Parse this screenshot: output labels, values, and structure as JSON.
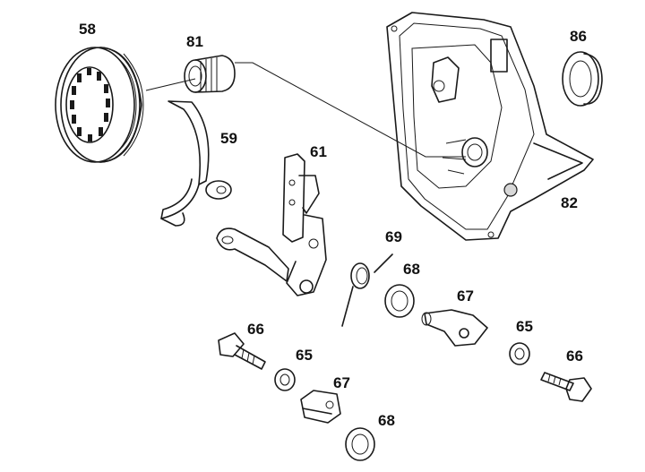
{
  "callouts": [
    {
      "id": "58",
      "text": "58"
    },
    {
      "id": "81",
      "text": "81"
    },
    {
      "id": "86",
      "text": "86"
    },
    {
      "id": "59",
      "text": "59"
    },
    {
      "id": "61",
      "text": "61"
    },
    {
      "id": "82",
      "text": "82"
    },
    {
      "id": "69",
      "text": "69"
    },
    {
      "id": "68a",
      "text": "68"
    },
    {
      "id": "67a",
      "text": "67"
    },
    {
      "id": "66a",
      "text": "66"
    },
    {
      "id": "65a",
      "text": "65"
    },
    {
      "id": "65b",
      "text": "65"
    },
    {
      "id": "66b",
      "text": "66"
    },
    {
      "id": "67b",
      "text": "67"
    },
    {
      "id": "68b",
      "text": "68"
    }
  ]
}
